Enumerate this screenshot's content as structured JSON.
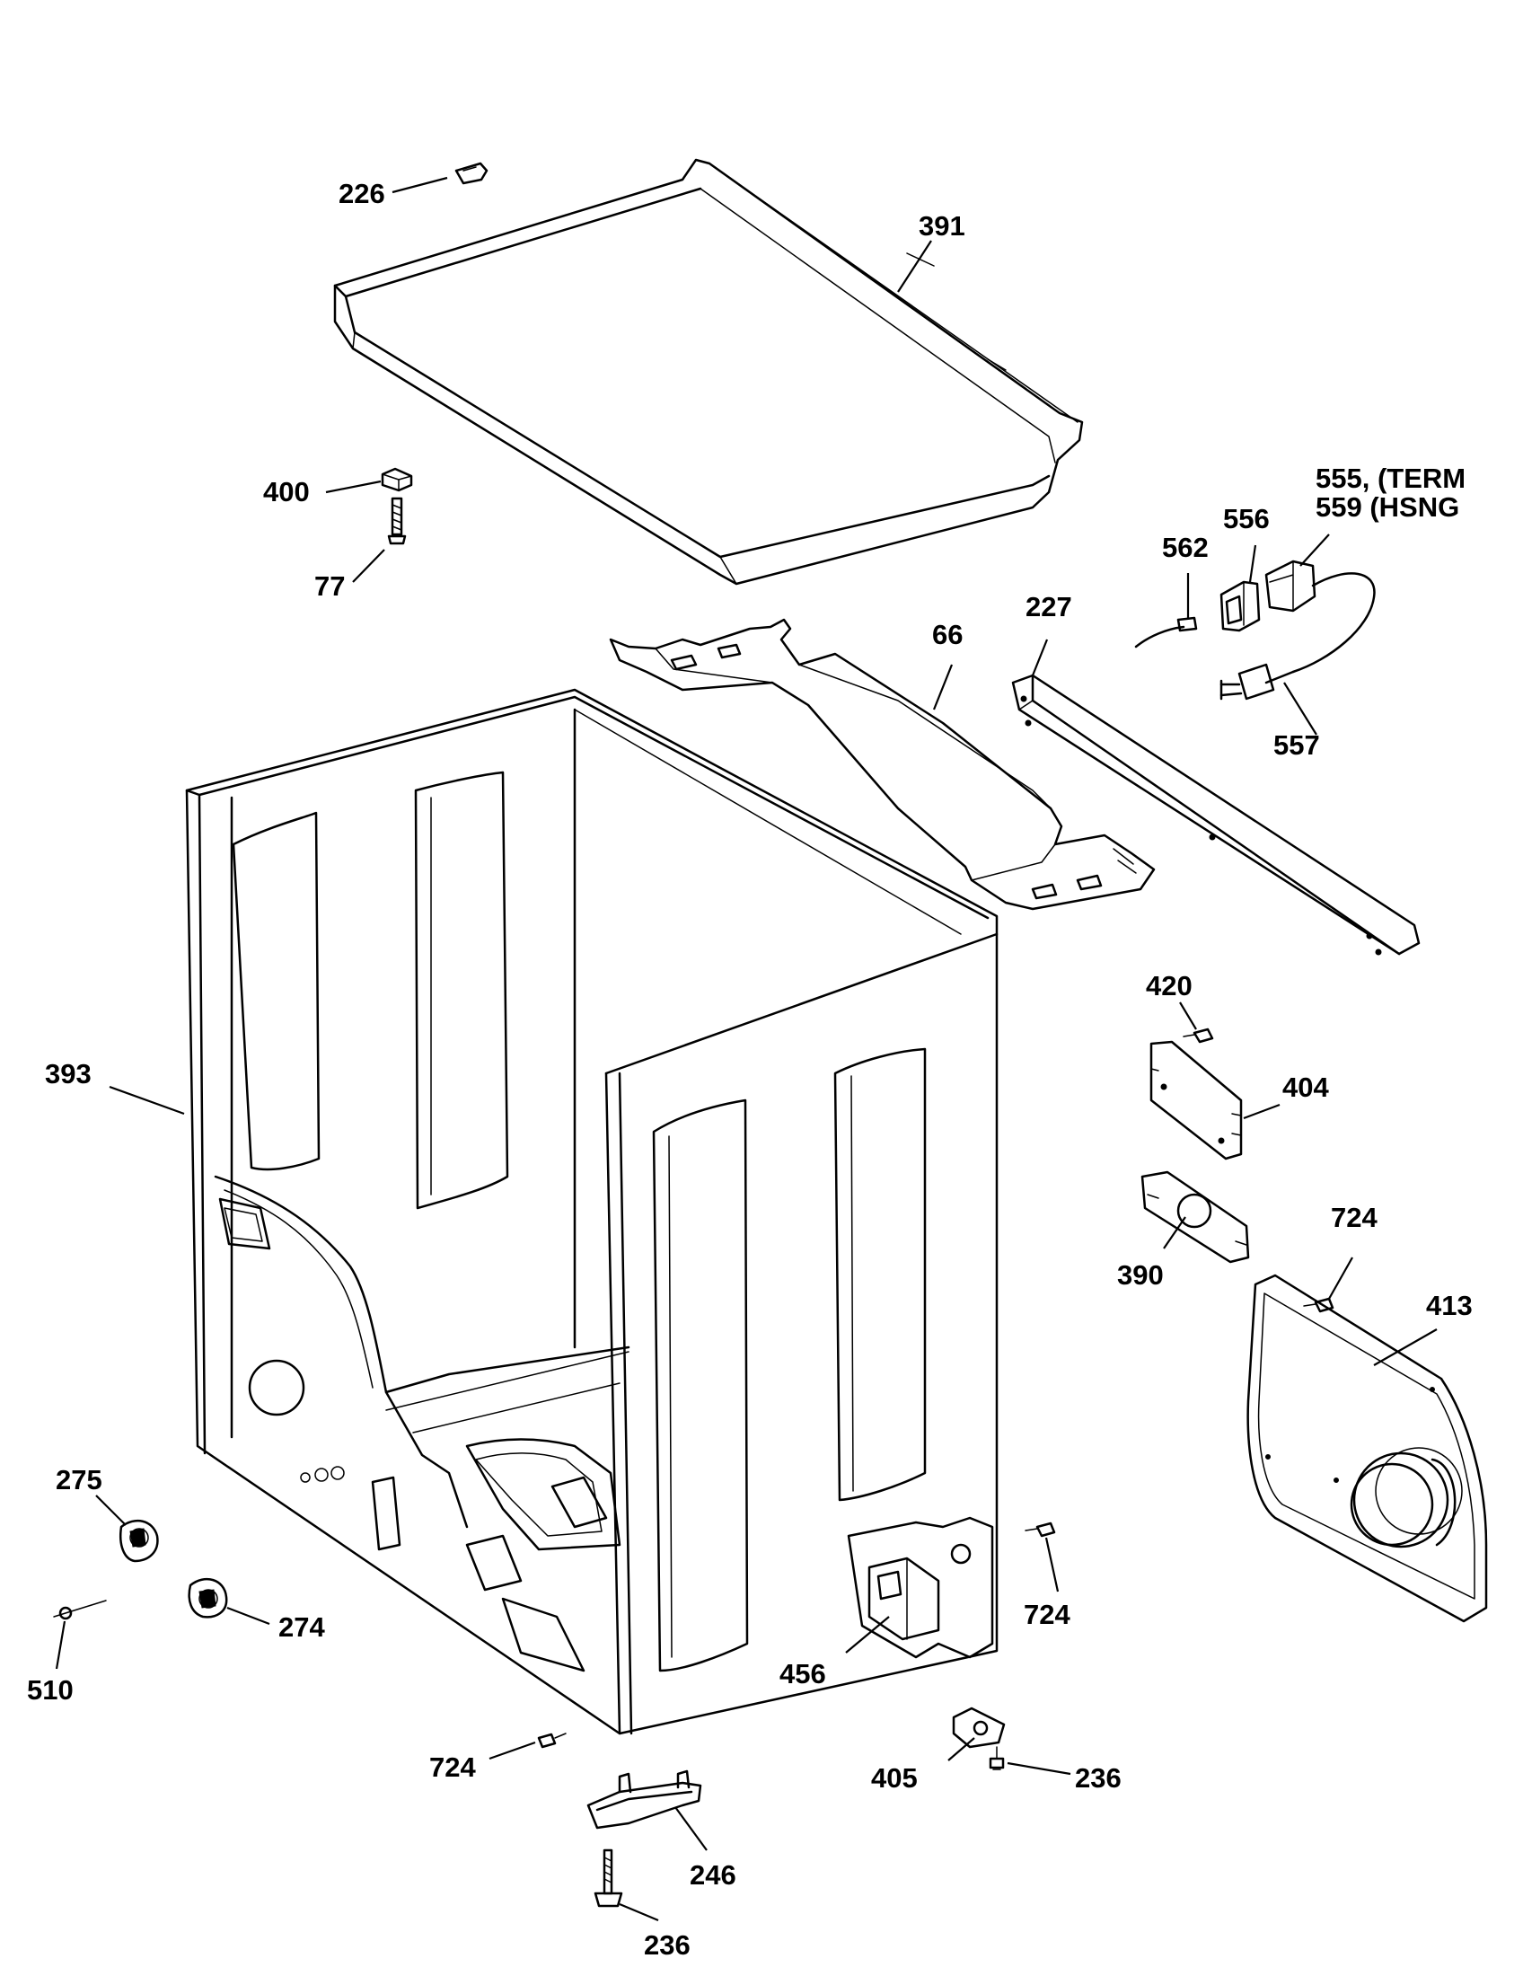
{
  "labels": {
    "l226": "226",
    "l391": "391",
    "l400": "400",
    "l77": "77",
    "l555": "555, (TERM",
    "l559": "559  (HSNG",
    "l556": "556",
    "l562": "562",
    "l66": "66",
    "l227": "227",
    "l557": "557",
    "l393": "393",
    "l420": "420",
    "l404": "404",
    "l390": "390",
    "l724a": "724",
    "l413": "413",
    "l275": "275",
    "l274": "274",
    "l510": "510",
    "l724b": "724",
    "l456": "456",
    "l724c": "724",
    "l405": "405",
    "l236a": "236",
    "l246": "246",
    "l236b": "236"
  }
}
